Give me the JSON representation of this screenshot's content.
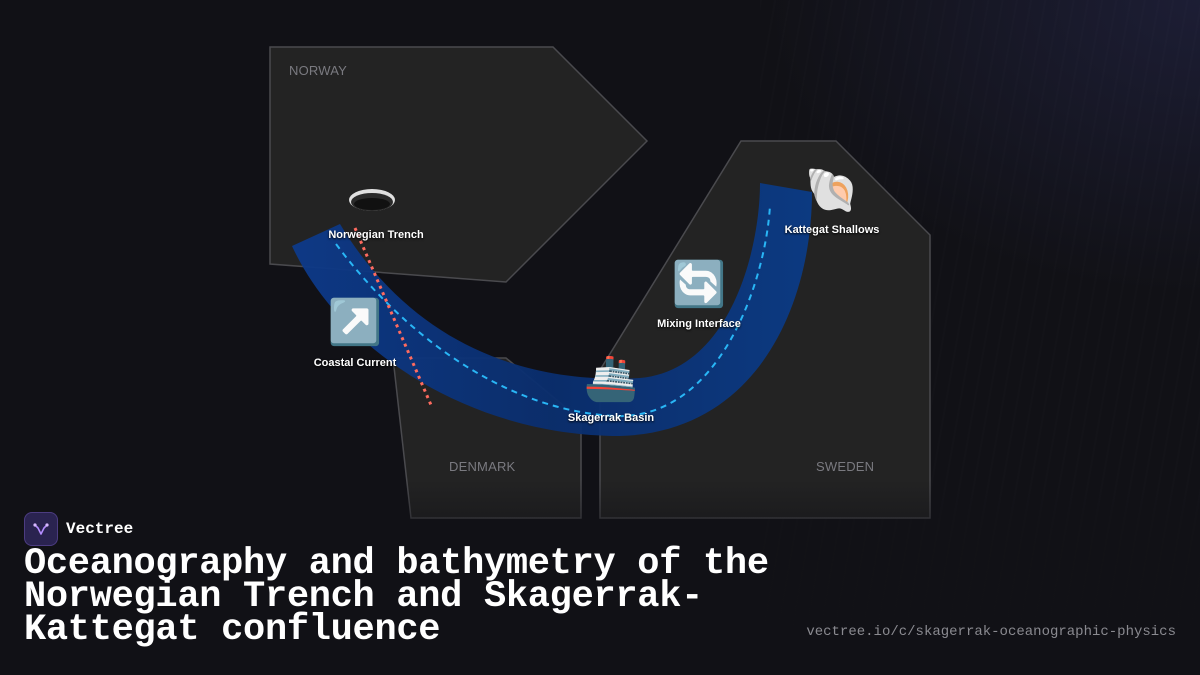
{
  "countries": {
    "norway": "NORWAY",
    "denmark": "DENMARK",
    "sweden": "SWEDEN"
  },
  "features": [
    {
      "id": "norwegian-trench",
      "label": "Norwegian Trench",
      "icon": "trench-hole-icon",
      "glyph": ""
    },
    {
      "id": "coastal-current",
      "label": "Coastal Current",
      "icon": "arrow-up-right-icon",
      "glyph": "↗️"
    },
    {
      "id": "skagerrak-basin",
      "label": "Skagerrak Basin",
      "icon": "ship-icon",
      "glyph": "🚢"
    },
    {
      "id": "mixing-interface",
      "label": "Mixing Interface",
      "icon": "counterclockwise-arrows-icon",
      "glyph": "🔄"
    },
    {
      "id": "kattegat-shallows",
      "label": "Kattegat Shallows",
      "icon": "shell-icon",
      "glyph": "🐚"
    }
  ],
  "brand": {
    "name": "Vectree",
    "logo": "vectree-logo-icon"
  },
  "title": "Oceanography and bathymetry of the Norwegian Trench and Skagerrak-Kattegat confluence",
  "url": "vectree.io/c/skagerrak-oceanographic-physics",
  "colors": {
    "background": "#111116",
    "land": "#222222",
    "land_stroke": "#4a4a4e",
    "channel": "#0b2a5e",
    "current_path": "#29b6f6",
    "front_line": "#ff6b5f",
    "text": "#ffffff",
    "muted_text": "#7a7a80"
  }
}
